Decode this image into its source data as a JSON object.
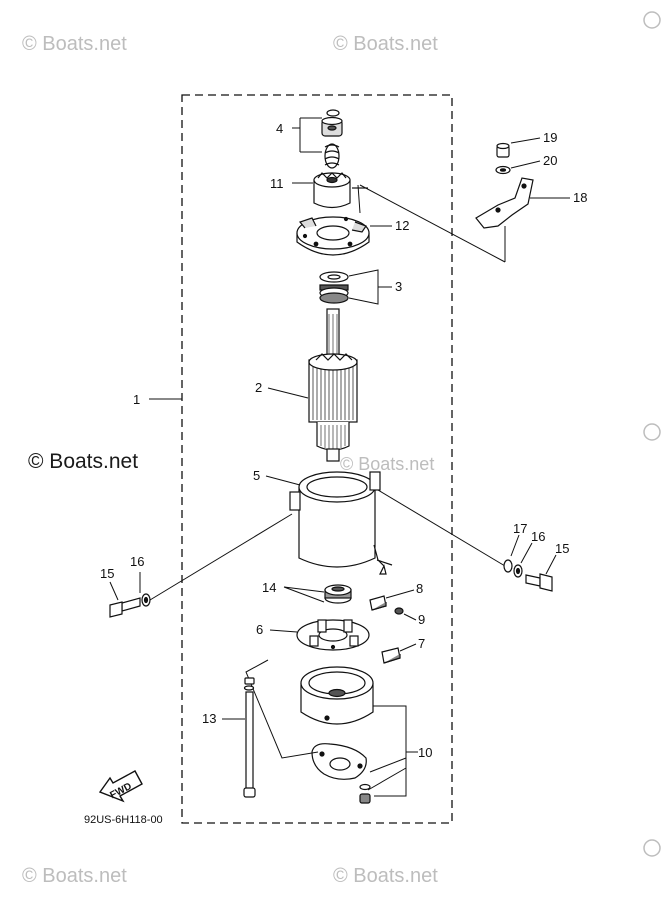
{
  "watermarks": {
    "top_left": "© Boats.net",
    "top_right": "© Boats.net",
    "middle_left": "© Boats.net",
    "middle_center": "© Boats.net",
    "bottom_left": "© Boats.net",
    "bottom_right": "© Boats.net"
  },
  "callouts": {
    "p1": "1",
    "p2": "2",
    "p3": "3",
    "p4": "4",
    "p5": "5",
    "p6": "6",
    "p7": "7",
    "p8": "8",
    "p9": "9",
    "p10": "10",
    "p11": "11",
    "p12": "12",
    "p13": "13",
    "p14": "14",
    "p15_left": "15",
    "p16_left": "16",
    "p15_right": "15",
    "p16_right": "16",
    "p17": "17",
    "p18": "18",
    "p19": "19",
    "p20": "20"
  },
  "fwd_label": "FWD",
  "diagram_code": "92US-6H118-00"
}
